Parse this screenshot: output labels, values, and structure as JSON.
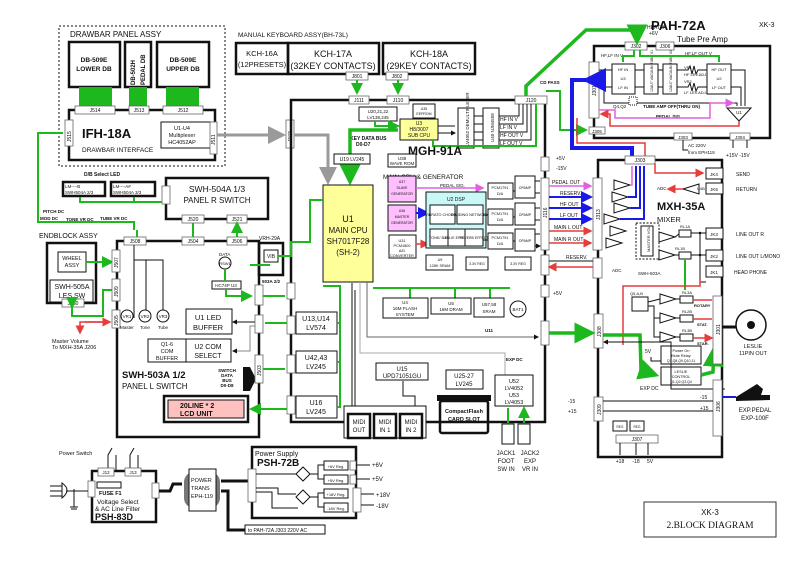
{
  "page": {
    "model": "XK-3"
  },
  "title_block": {
    "line1": "XK-3",
    "line2": "2.BLOCK DIAGRAM"
  },
  "drawbar": {
    "assy_label": "DRAWBAR PANEL ASSY",
    "lower_db": [
      "DB-509E",
      "LOWER DB"
    ],
    "pedal_db": [
      "DB-502H",
      "PEDAL DB"
    ],
    "upper_db": [
      "DB-509E",
      "UPPER DB"
    ],
    "connectors": [
      "J514",
      "J513",
      "J512",
      "J515",
      "J511"
    ],
    "ifh": {
      "name": "IFH-18A",
      "desc": "DRAWBAR INTERFACE",
      "mux": [
        "U1-U4",
        "Multiplexer",
        "HC4052AP"
      ]
    }
  },
  "keyboard": {
    "assy_label": "MANUAL KEYBOARD ASSY(BH-73L)",
    "kch16": [
      "KCH-16A",
      "(12PRESETS)"
    ],
    "kch17": [
      "KCH-17A",
      "(32KEY CONTACTS)"
    ],
    "kch18": [
      "KCH-18A",
      "(29KEY CONTACTS)"
    ],
    "connectors": [
      "J801",
      "J802"
    ]
  },
  "mgh": {
    "name": "MGH-91A",
    "desc": "MAIN CPU & GENERATOR",
    "connectors": [
      "J111",
      "J110",
      "J120",
      "J103",
      "J101",
      "J113",
      "J114",
      "J115",
      "J116",
      "J117",
      "J118",
      "J119",
      "J112"
    ],
    "u1": [
      "U1",
      "MAIN CPU",
      "SH7017F28",
      "(SH-2)"
    ],
    "u3": [
      "U3",
      "H8/3007",
      "SUB CPU"
    ],
    "u20": [
      "U20,21,22",
      "LV138,245"
    ],
    "u19": "U19 LV245",
    "key_data_bus": [
      "KEY DATA BUS",
      "D0-D7"
    ],
    "demux": "LV4052 DEMULTIPLEXER",
    "u40": "U40 NJM4558",
    "u3x": [
      "U35",
      "S-93C46AMFN",
      "EEPROM"
    ],
    "tube_signals": [
      "HF IN V",
      "LF IN V",
      "HF OUT V",
      "LF OUT V"
    ],
    "u38": [
      "U38",
      "WAVE ROM"
    ],
    "u37": [
      "U37",
      "VIDEO",
      "SLAVE",
      "& POLYTONE",
      "GENERATOR"
    ],
    "u36": [
      "U36",
      "VIDEO",
      "MASTER",
      "& POLYTONE",
      "GENERATOR"
    ],
    "u31": [
      "U31",
      "PCM1800",
      "A/D",
      "CONVERTER"
    ],
    "dsp": {
      "title": "U2 DSP",
      "blocks": [
        "VIBRATO CHORUS",
        "DIVIDING NETWORK",
        "TONE/ EXP",
        "LESLIE EFFECT",
        "REVERB EFFECT"
      ]
    },
    "u9": [
      "U9",
      "128K SRAM"
    ],
    "dac": [
      [
        "U4",
        "PCM1791",
        "D/A"
      ],
      [
        "U6",
        "PCM1791",
        "D/A"
      ],
      [
        "U8",
        "PCM1791",
        "D/A"
      ]
    ],
    "opamp": [
      [
        "U4",
        "4580M",
        "OPAMP"
      ],
      [
        "U2",
        "4580M",
        "OPAMP"
      ],
      [
        "U5",
        "4580M",
        "OPAMP"
      ]
    ],
    "regs": [
      [
        "U9",
        "3.3V REG"
      ],
      [
        "U9",
        "3.3V REG"
      ],
      [
        "U9",
        "3.3V REG"
      ]
    ],
    "pedal_sig": "PEDAL SIG.",
    "u4_flash": [
      "U4",
      "16M FLASH",
      "SYSTEM"
    ],
    "u5_dram": [
      "U5",
      "16M DRAM"
    ],
    "sram": [
      "U57,58",
      "SRAM"
    ],
    "bat": "BAT1",
    "u11": "U11",
    "u15": [
      "U15",
      "UPD71051GU"
    ],
    "u25": [
      "U25-27",
      "LV245"
    ],
    "cf": [
      "CompactFlash",
      "CARD SLOT"
    ],
    "u52": [
      "U52",
      "LV4052",
      "U53",
      "LV4053"
    ],
    "exp_dc": "EXP DC",
    "midi": [
      [
        "MIDI",
        "OUT"
      ],
      [
        "MIDI",
        "IN 1"
      ],
      [
        "MIDI",
        "IN 2"
      ]
    ],
    "jacks": [
      [
        "JACK1",
        "FOOT",
        "SW IN"
      ],
      [
        "JACK2",
        "EXP",
        "VR IN"
      ]
    ],
    "rails": [
      "+5V",
      "-15V",
      "+15V",
      "+5V"
    ],
    "buffers": [
      [
        "U13,U14",
        "LV574"
      ],
      [
        "U42,43",
        "LV245"
      ],
      [
        "U16",
        "LV245"
      ]
    ]
  },
  "pah": {
    "name": "PAH-72A",
    "desc": "Tube Pre Amp",
    "heater": [
      "HEATER",
      "+6V"
    ],
    "connectors": [
      "J302",
      "J306",
      "J301",
      "J305",
      "J303",
      "J304"
    ],
    "hf_lf_in": "HF,LF IN V",
    "hf_lf_out": "HF,LF OUT V",
    "u3_vca": [
      "HF IN",
      "VCA",
      "U3",
      "LF IN",
      "VCA"
    ],
    "tubes": [
      "12AU7 VACUUM TUBE V1",
      "12AU7 VACUUM TUBE V2"
    ],
    "vr": [
      "VR1",
      "HF LEV.ADJ.",
      "VR2",
      "LF LEV.ADJ."
    ],
    "u2_vca": [
      "HF OUT",
      "VCA",
      "U2",
      "LF OUT",
      "VCA"
    ],
    "relay": "Q4,Q2",
    "tube_off": "TUBE AMP OFF(THRU ON)",
    "pedal_sig": "PEDAL SIG.",
    "u1": "U1",
    "ac": [
      "AC 220V",
      "from EPH119"
    ],
    "pm15": "+15V -15V"
  },
  "mxh": {
    "name": "MXH-35A",
    "desc": "MIXER",
    "signals": [
      "PEDAL OUT",
      "RESERV.",
      "HF OUT",
      "LF OUT",
      "MAIN L OUT",
      "MAIN R OUT",
      "RESERV."
    ],
    "adc": "ADC",
    "jacks": [
      [
        "JK4",
        "SEND"
      ],
      [
        "JK5",
        "RETURN"
      ],
      [
        "JK3",
        "LINE OUT R"
      ],
      [
        "JK2",
        "LINE OUT L/MONO"
      ],
      [
        "JK1",
        "HEAD PHONE"
      ]
    ],
    "amps": [
      "U3A",
      "U5B",
      "U1A",
      "U1B",
      "U2A",
      "U2B",
      "U4B",
      "U4A",
      "U6A",
      "U5A",
      "U6B",
      "U8B"
    ],
    "relays": [
      "RL1A",
      "RL1B",
      "RL3A",
      "RL2B",
      "RL3B"
    ],
    "master": [
      "MASTER VOL",
      "VR1",
      "SWH-503A"
    ],
    "q5": "Q5,A,B",
    "leslie_outs": [
      "ROTARY",
      "STAT.",
      "STAR."
    ],
    "power_on": [
      "Power On",
      "Mute Relay",
      "Q7,Q8,Q9,Q10,11"
    ],
    "leslie_ctrl": [
      "LESLIE",
      "CONTROL",
      "Q1,Q2,Q3,Q4"
    ],
    "leslie_out": [
      "LESLIE",
      "11PIN OUT"
    ],
    "exp_dc": "EXP DC",
    "exp_pedal": [
      "EXP.PEDAL",
      "EXP-100F"
    ],
    "rails": [
      "-15",
      "+15",
      "-15",
      "+15",
      "5V"
    ],
    "regs": [
      [
        "+15V",
        "REG"
      ],
      [
        "-15V",
        "REG"
      ]
    ],
    "j307": "J307",
    "j307_pins": [
      "+18",
      "-18",
      "5V"
    ],
    "connectors": [
      "J303",
      "J313",
      "J302",
      "J308",
      "J311",
      "J309",
      "J301",
      "J306"
    ]
  },
  "swh504": {
    "name": "SWH-504A 1/3",
    "desc": "PANEL R SWITCH",
    "db_select": "D/B Select LED",
    "leds": [
      [
        "LM----B",
        "SWH504A 2/3"
      ],
      [
        "LM----A#",
        "SWH504A 3/3"
      ]
    ],
    "connectors": [
      "J522",
      "J520",
      "J521"
    ]
  },
  "swh503": {
    "name": "SWH-503A 1/2",
    "desc": "PANEL L SWITCH",
    "connectors": [
      "J508",
      "J504",
      "J506",
      "J507",
      "J509",
      "J505",
      "J510",
      "J502",
      "J503",
      "J501"
    ],
    "signals": [
      "PITCH DC",
      "MOD DC",
      "TONE VR DC",
      "TUBE VR DC"
    ],
    "vrs": [
      [
        "VR1",
        "Master"
      ],
      [
        "VR2",
        "Tone"
      ],
      [
        "VR3",
        "Tube"
      ]
    ],
    "u1": [
      "U1 LED",
      "BUFFER"
    ],
    "q16": [
      "Q1-6",
      "COM",
      "BUFFER"
    ],
    "u2": [
      "U2 COM",
      "SELECT"
    ],
    "data": "DATA",
    "rsw": "RSW1",
    "hc74": "HC74P U3",
    "vrh": "VRH-29A",
    "vib": "VIB",
    "vib_lbl": "ROTARY",
    "s503": "503A 2/2",
    "switch_bus": [
      "SWITCH",
      "DATA",
      "BUS",
      "D0-D8"
    ],
    "lcd": [
      "20LINE * 2",
      "LCD UNIT"
    ],
    "master_vol": [
      "Master Volume",
      "To MXH-35A J206"
    ]
  },
  "endblock": {
    "label": "ENDBLOCK ASSY",
    "wheel": [
      "WHEEL",
      "ASSY"
    ],
    "swh505": [
      "SWH-505A",
      "LES SW"
    ],
    "j530": "J530"
  },
  "power": {
    "switch_label": "Power Switch",
    "psh83": {
      "name": "PSH-83D",
      "fuse": "FUSE F1",
      "desc": [
        "Voltage Select",
        "& AC Line Filter"
      ],
      "connectors": [
        "J12",
        "J13",
        "J11",
        "J14"
      ]
    },
    "trans": [
      "POWER",
      "TRANS",
      "EPH-119"
    ],
    "psh72": {
      "title": "Power Supply",
      "name": "PSH-72B",
      "regs": [
        [
          "+6V Reg.",
          "U4"
        ],
        [
          "+5V Reg.",
          "U3"
        ],
        [
          "+18V Reg.",
          "U1"
        ],
        [
          "-18V Reg.",
          "U2"
        ]
      ],
      "outs": [
        "+6V",
        "+5V",
        "+18V",
        "-18V"
      ],
      "connectors": [
        "J4",
        "J3",
        "J2",
        "J1"
      ]
    },
    "to_pah": "to PAH-72A J303 220V AC"
  },
  "colors": {
    "green": "#1db81d",
    "blue": "#1a1ae6",
    "red": "#e63c3c",
    "pink": "#e060e0",
    "gray": "#9a9a9a",
    "yellow": "#ffff99",
    "lcd": "#ffc0c0",
    "dsp": "#c8f8f8",
    "video": "#ffbfff"
  }
}
